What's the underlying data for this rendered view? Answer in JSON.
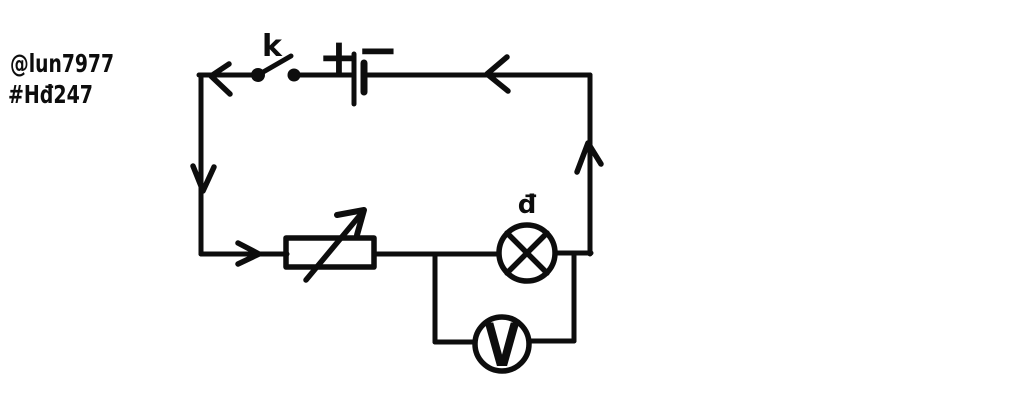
{
  "title": "Hand-drawn electric circuit diagram",
  "colors": {
    "ink": "#0d0d0d",
    "background": "#ffffff",
    "component_fill": "#ffffff"
  },
  "watermark": {
    "line1": "@lun7977",
    "line2": "#Hđ247"
  },
  "circuit": {
    "switch": {
      "label": "k",
      "state": "open"
    },
    "battery": {
      "positive": "+",
      "negative": "−"
    },
    "rheostat": {
      "type": "variable-resistor"
    },
    "lamp": {
      "label": "đ"
    },
    "voltmeter": {
      "label": "V"
    },
    "current_direction_arrows": [
      "top-wire-left",
      "top-wire-toward-battery",
      "left-wire-down",
      "bottom-wire-right",
      "right-wire-up"
    ]
  }
}
